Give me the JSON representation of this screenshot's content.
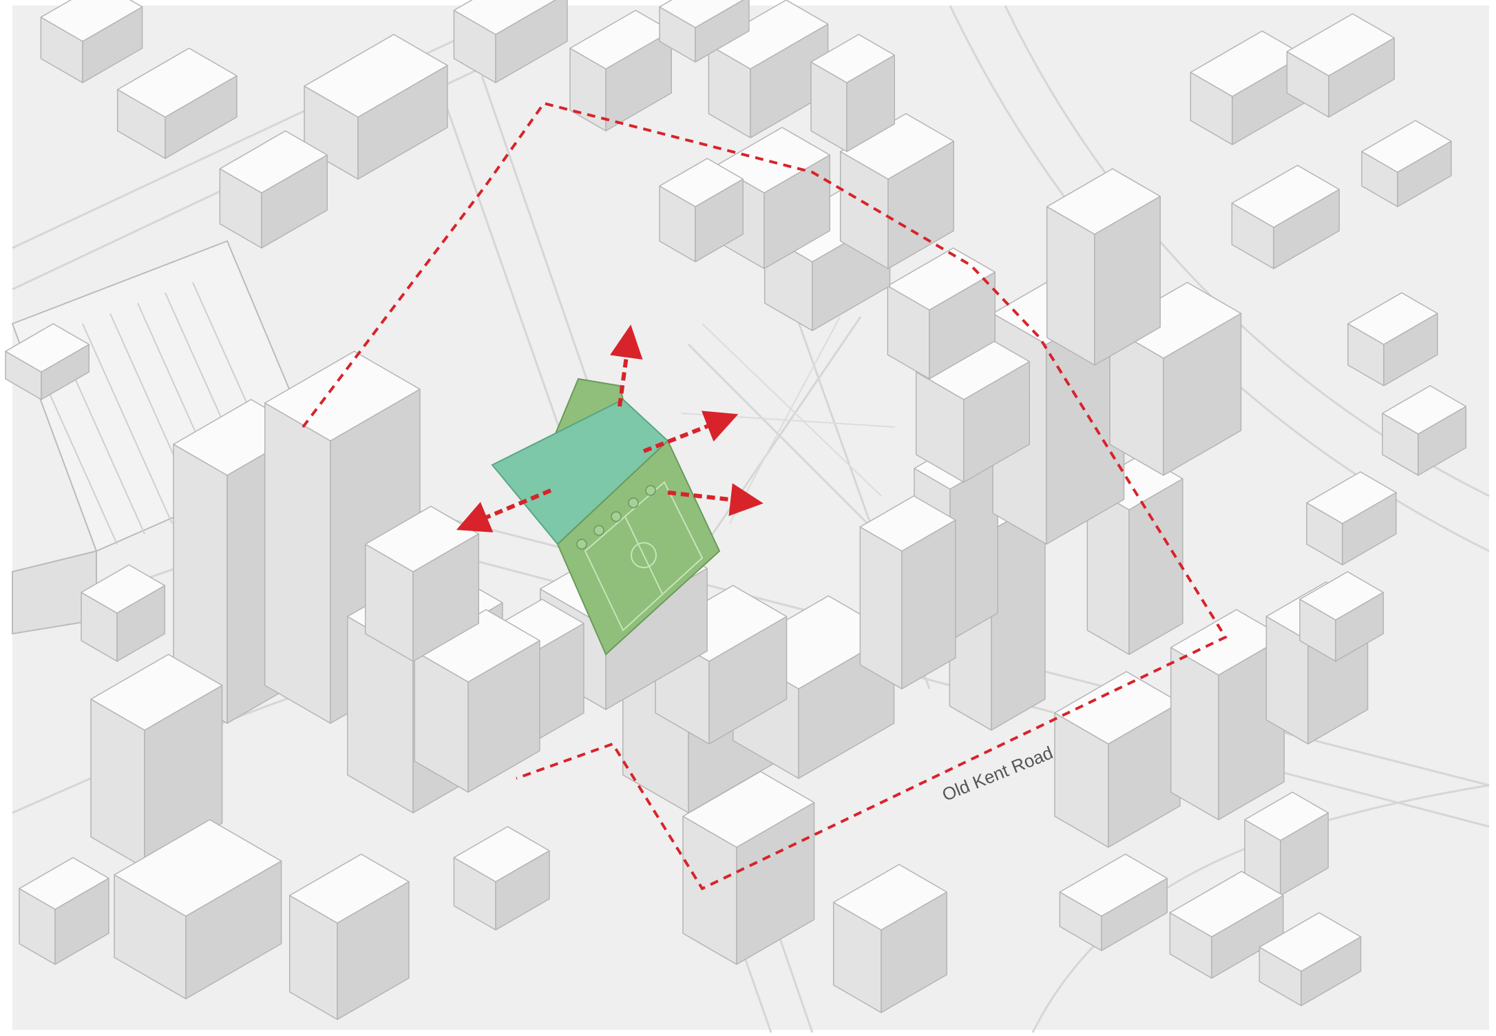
{
  "diagram": {
    "road_label": "Old Kent Road"
  },
  "colors": {
    "background": "#ffffff",
    "ground": "#efefef",
    "road_line": "#d4d4d4",
    "building_top": "#fbfbfb",
    "building_left": "#e3e3e3",
    "building_right": "#d2d2d2",
    "edge": "#b4b4b4",
    "site_boundary": "#d8232a",
    "green_space": "#8fbf7a",
    "green_dark": "#7aae6a",
    "plaza": "#7cc8a8"
  },
  "icons": [
    "site-boundary-dashed-line",
    "access-arrow"
  ]
}
